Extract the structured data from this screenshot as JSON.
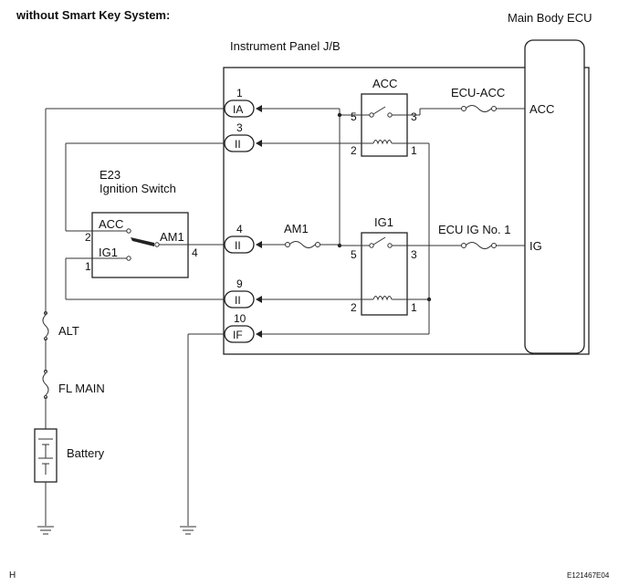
{
  "title": "without  Smart Key System:",
  "ecu_label": "Main Body ECU",
  "jb_label": "Instrument Panel J/B",
  "switch": {
    "code": "E23",
    "name": "Ignition Switch",
    "acc": "ACC",
    "ig1": "IG1",
    "am1": "AM1",
    "pin_acc": "2",
    "pin_ig1": "1",
    "pin_am1": "4"
  },
  "connectors": [
    {
      "pin": "1",
      "code": "IA"
    },
    {
      "pin": "3",
      "code": "II"
    },
    {
      "pin": "4",
      "code": "II"
    },
    {
      "pin": "9",
      "code": "II"
    },
    {
      "pin": "10",
      "code": "IF"
    }
  ],
  "relay_acc": {
    "name": "ACC",
    "pin5": "5",
    "pin3": "3",
    "pin2": "2",
    "pin1": "1"
  },
  "relay_ig1": {
    "name": "IG1",
    "pin5": "5",
    "pin3": "3",
    "pin2": "2",
    "pin1": "1"
  },
  "fuses": {
    "ecu_acc": "ECU-ACC",
    "am1": "AM1",
    "ecu_ig": "ECU IG No. 1",
    "alt": "ALT",
    "fl_main": "FL MAIN"
  },
  "ecu_pins": {
    "acc": "ACC",
    "ig": "IG"
  },
  "battery": "Battery",
  "corner_left": "H",
  "corner_right": "E121467E04"
}
